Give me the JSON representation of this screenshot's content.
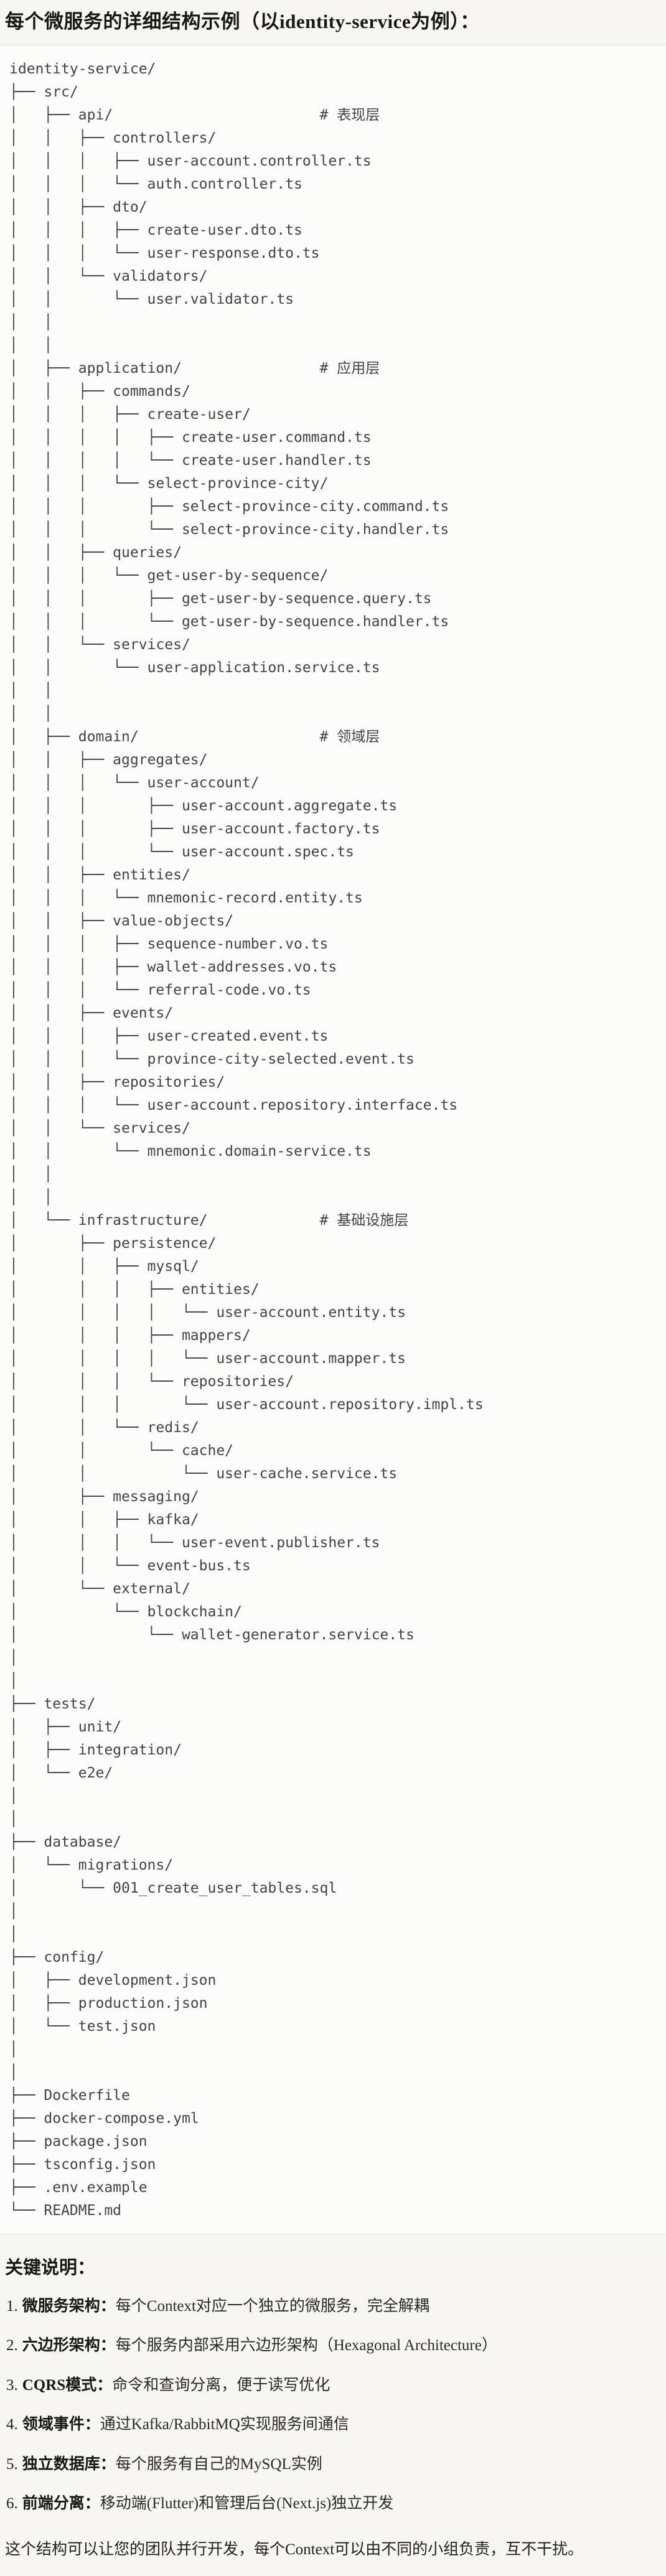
{
  "title": "每个微服务的详细结构示例（以identity-service为例）：",
  "tree": {
    "text": "identity-service/\n├── src/\n│   ├── api/                        # 表现层\n│   │   ├── controllers/\n│   │   │   ├── user-account.controller.ts\n│   │   │   └── auth.controller.ts\n│   │   ├── dto/\n│   │   │   ├── create-user.dto.ts\n│   │   │   └── user-response.dto.ts\n│   │   └── validators/\n│   │       └── user.validator.ts\n│   │\n│   │\n│   ├── application/                # 应用层\n│   │   ├── commands/\n│   │   │   ├── create-user/\n│   │   │   │   ├── create-user.command.ts\n│   │   │   │   └── create-user.handler.ts\n│   │   │   └── select-province-city/\n│   │   │       ├── select-province-city.command.ts\n│   │   │       └── select-province-city.handler.ts\n│   │   ├── queries/\n│   │   │   └── get-user-by-sequence/\n│   │   │       ├── get-user-by-sequence.query.ts\n│   │   │       └── get-user-by-sequence.handler.ts\n│   │   └── services/\n│   │       └── user-application.service.ts\n│   │\n│   │\n│   ├── domain/                     # 领域层\n│   │   ├── aggregates/\n│   │   │   └── user-account/\n│   │   │       ├── user-account.aggregate.ts\n│   │   │       ├── user-account.factory.ts\n│   │   │       └── user-account.spec.ts\n│   │   ├── entities/\n│   │   │   └── mnemonic-record.entity.ts\n│   │   ├── value-objects/\n│   │   │   ├── sequence-number.vo.ts\n│   │   │   ├── wallet-addresses.vo.ts\n│   │   │   └── referral-code.vo.ts\n│   │   ├── events/\n│   │   │   ├── user-created.event.ts\n│   │   │   └── province-city-selected.event.ts\n│   │   ├── repositories/\n│   │   │   └── user-account.repository.interface.ts\n│   │   └── services/\n│   │       └── mnemonic.domain-service.ts\n│   │\n│   │\n│   └── infrastructure/             # 基础设施层\n│       ├── persistence/\n│       │   ├── mysql/\n│       │   │   ├── entities/\n│       │   │   │   └── user-account.entity.ts\n│       │   │   ├── mappers/\n│       │   │   │   └── user-account.mapper.ts\n│       │   │   └── repositories/\n│       │   │       └── user-account.repository.impl.ts\n│       │   └── redis/\n│       │       └── cache/\n│       │           └── user-cache.service.ts\n│       ├── messaging/\n│       │   ├── kafka/\n│       │   │   └── user-event.publisher.ts\n│       │   └── event-bus.ts\n│       └── external/\n│           └── blockchain/\n│               └── wallet-generator.service.ts\n│\n│\n├── tests/\n│   ├── unit/\n│   ├── integration/\n│   └── e2e/\n│\n│\n├── database/\n│   └── migrations/\n│       └── 001_create_user_tables.sql\n│\n│\n├── config/\n│   ├── development.json\n│   ├── production.json\n│   └── test.json\n│\n│\n├── Dockerfile\n├── docker-compose.yml\n├── package.json\n├── tsconfig.json\n├── .env.example\n└── README.md"
  },
  "notes": {
    "heading": "关键说明：",
    "items": [
      {
        "num": "1.",
        "term": "微服务架构：",
        "desc": "每个Context对应一个独立的微服务，完全解耦"
      },
      {
        "num": "2.",
        "term": "六边形架构：",
        "desc": "每个服务内部采用六边形架构（Hexagonal Architecture）"
      },
      {
        "num": "3.",
        "term": "CQRS模式：",
        "desc": "命令和查询分离，便于读写优化"
      },
      {
        "num": "4.",
        "term": "领域事件：",
        "desc": "通过Kafka/RabbitMQ实现服务间通信"
      },
      {
        "num": "5.",
        "term": "独立数据库：",
        "desc": "每个服务有自己的MySQL实例"
      },
      {
        "num": "6.",
        "term": "前端分离：",
        "desc": "移动端(Flutter)和管理后台(Next.js)独立开发"
      }
    ],
    "footer": "这个结构可以让您的团队并行开发，每个Context可以由不同的小组负责，互不干扰。"
  }
}
